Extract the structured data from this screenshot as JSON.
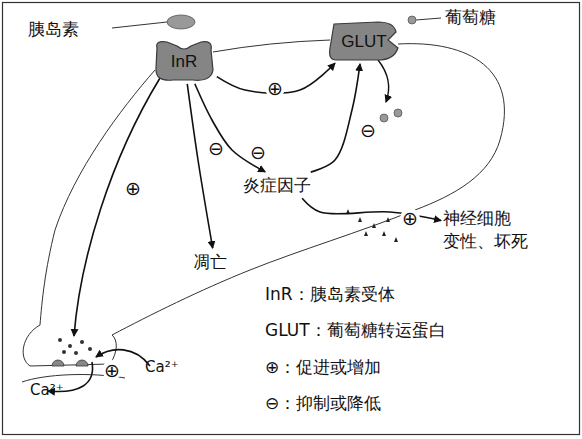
{
  "diagram": {
    "nodes": [
      {
        "text": [
          "InR"
        ]
      },
      {
        "text": [
          "GLUT"
        ]
      },
      {
        "text": [
          "炎症因子"
        ]
      },
      {
        "text": [
          "凋亡"
        ]
      },
      {
        "text": [
          "神经细胞 变性、坏死"
        ]
      }
    ],
    "edges": [
      {
        "from": 0,
        "to": 1,
        "arrow": "to",
        "label": "⊕"
      },
      {
        "from": 0,
        "to": 2,
        "arrow": "to",
        "label": "⊖"
      },
      {
        "from": 0,
        "to": 3,
        "arrow": "to",
        "label": "⊖"
      },
      {
        "from": 2,
        "to": 1,
        "arrow": "to",
        "label": "⊖"
      },
      {
        "from": 2,
        "to": 4,
        "arrow": "to",
        "label": "⊕"
      }
    ],
    "labels": [
      "胰岛素",
      "葡萄糖",
      "⊕",
      "⊕",
      "Ca²⁺",
      "Ca²⁺"
    ],
    "legend": [
      {
        "text": "InR：胰岛素受体"
      },
      {
        "text": "GLUT：葡萄糖转运蛋白"
      },
      {
        "text": "⊕：促进或增加"
      },
      {
        "text": "⊖：抑制或降低"
      }
    ]
  }
}
